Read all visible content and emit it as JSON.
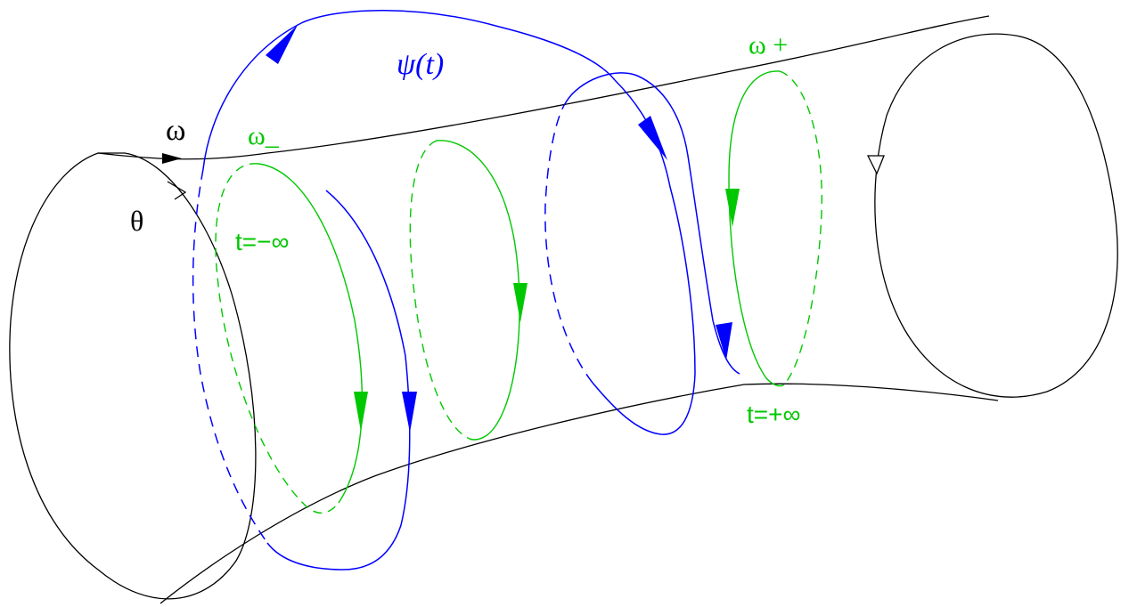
{
  "labels": {
    "omega": "ω",
    "theta": "θ",
    "omega_minus": "ω_",
    "omega_plus": "ω +",
    "psi": "ψ(t)",
    "t_minus_inf": "t=−∞",
    "t_plus_inf": "t=+∞"
  },
  "colors": {
    "tube": "#000000",
    "trajectory": "#0000ff",
    "circles": "#00c800"
  }
}
